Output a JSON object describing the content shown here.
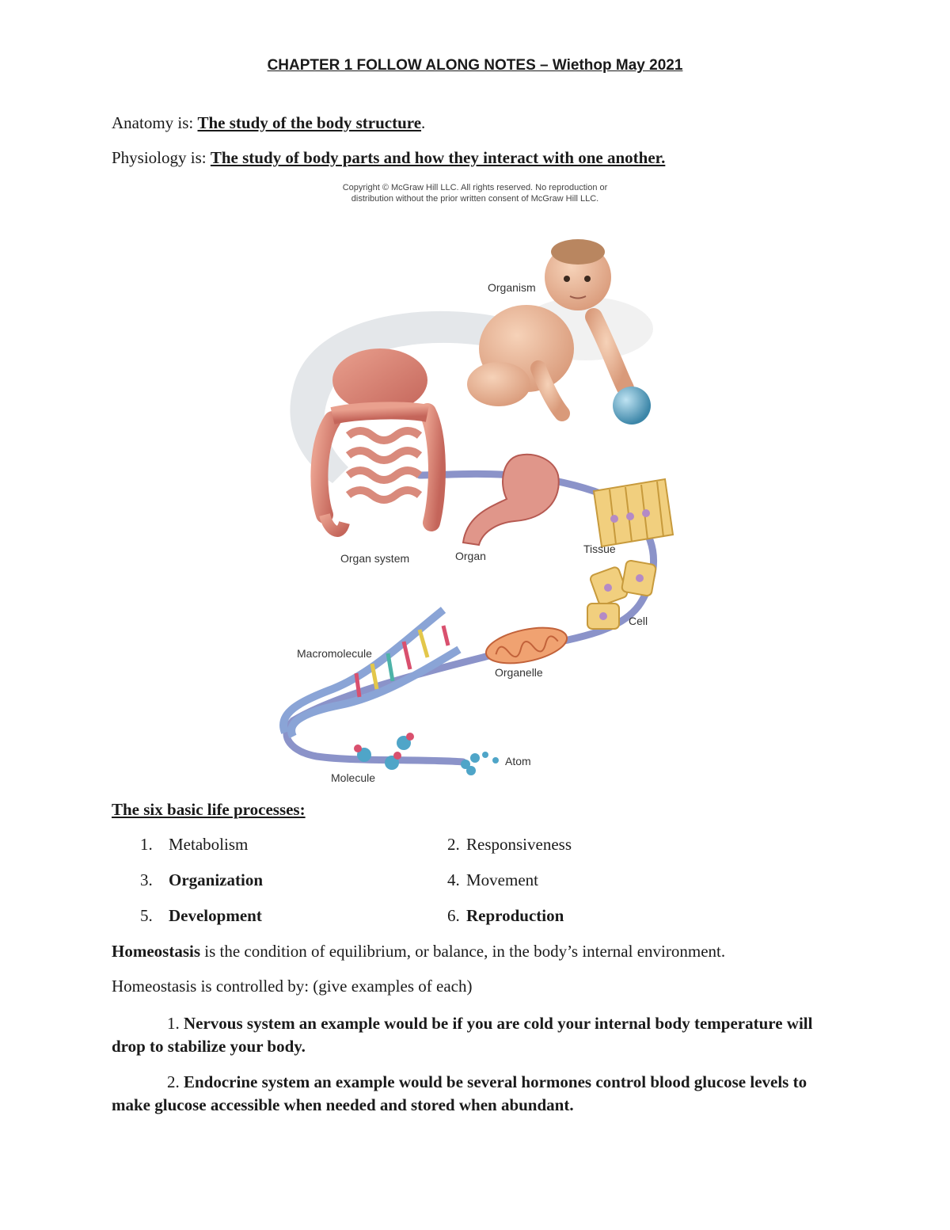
{
  "title": "CHAPTER 1 FOLLOW ALONG NOTES – Wiethop May 2021",
  "anatomy": {
    "label": "Anatomy is: ",
    "answer": "The study of the body structure",
    "end": "."
  },
  "physiology": {
    "label": "Physiology is: ",
    "answer": "The study of body parts and how they interact with one another."
  },
  "figure": {
    "copyright_line1": "Copyright © McGraw Hill LLC. All rights reserved. No reproduction or",
    "copyright_line2": "distribution without the prior written consent of McGraw Hill LLC.",
    "labels": {
      "organism": "Organism",
      "organ_system": "Organ system",
      "organ": "Organ",
      "tissue": "Tissue",
      "cell": "Cell",
      "organelle": "Organelle",
      "macromolecule": "Macromolecule",
      "molecule": "Molecule",
      "atom": "Atom"
    }
  },
  "life_processes": {
    "heading": "The six basic life processes:",
    "items": [
      {
        "num": "1.",
        "label": "Metabolism",
        "bold": false
      },
      {
        "num": "2.",
        "label": "Responsiveness",
        "bold": false
      },
      {
        "num": "3.",
        "label": "Organization",
        "bold": true
      },
      {
        "num": "4.",
        "label": "Movement",
        "bold": false
      },
      {
        "num": "5.",
        "label": "Development",
        "bold": true
      },
      {
        "num": "6.",
        "label": "Reproduction",
        "bold": true
      }
    ]
  },
  "homeostasis": {
    "term": "Homeostasis",
    "definition": " is the condition of equilibrium, or balance, in the body’s internal environment.",
    "controlled_by": "Homeostasis is controlled by: (give examples of each)",
    "examples": [
      {
        "num": "1. ",
        "text": "Nervous system an example would be if you are cold your internal body temperature will drop to stabilize your body."
      },
      {
        "num": "2. ",
        "text": "Endocrine system an example would be several hormones control blood glucose levels to make glucose accessible when needed and stored when abundant."
      }
    ]
  }
}
